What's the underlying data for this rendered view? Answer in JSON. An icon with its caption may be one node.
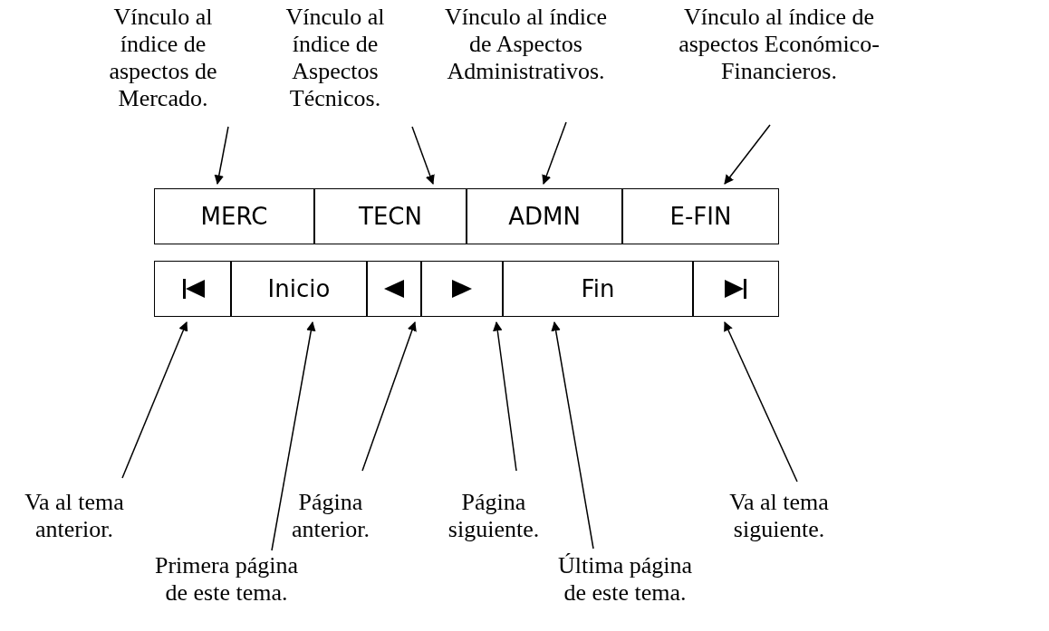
{
  "diagram": {
    "nodes": [
      {
        "text": [
          "Vínculo al índice de aspectos de Mercado."
        ]
      },
      {
        "text": [
          "Vínculo al índice de Aspectos Técnicos."
        ]
      },
      {
        "text": [
          "Vínculo al índice de Aspectos Administrativos."
        ]
      },
      {
        "text": [
          "Vínculo al índice de aspectos Económico-Financieros."
        ]
      },
      {
        "text": [
          "MERC"
        ]
      },
      {
        "text": [
          "TECN"
        ]
      },
      {
        "text": [
          "ADMN"
        ]
      },
      {
        "text": [
          "E-FIN"
        ]
      },
      {
        "text": [],
        "shape": "box"
      },
      {
        "text": [
          "Inicio"
        ]
      },
      {
        "text": [],
        "shape": "box"
      },
      {
        "text": [],
        "shape": "box"
      },
      {
        "text": [
          "Fin"
        ]
      },
      {
        "text": [],
        "shape": "box"
      },
      {
        "text": [
          "Va al tema anterior."
        ]
      },
      {
        "text": [
          "Primera página de este tema."
        ]
      },
      {
        "text": [
          "Página anterior."
        ]
      },
      {
        "text": [
          "Página siguiente."
        ]
      },
      {
        "text": [
          "Última página de este tema."
        ]
      },
      {
        "text": [
          "Va al tema siguiente."
        ]
      }
    ],
    "edges": [
      {
        "from": 0,
        "to": 4,
        "arrow": "to"
      },
      {
        "from": 1,
        "to": 5,
        "arrow": "to"
      },
      {
        "from": 2,
        "to": 6,
        "arrow": "to"
      },
      {
        "from": 3,
        "to": 7,
        "arrow": "to"
      },
      {
        "from": 14,
        "to": 8,
        "arrow": "to"
      },
      {
        "from": 15,
        "to": 9,
        "arrow": "to"
      },
      {
        "from": 16,
        "to": 10,
        "arrow": "to"
      },
      {
        "from": 17,
        "to": 11,
        "arrow": "to"
      },
      {
        "from": 18,
        "to": 12,
        "arrow": "to"
      },
      {
        "from": 19,
        "to": 13,
        "arrow": "to"
      }
    ]
  }
}
